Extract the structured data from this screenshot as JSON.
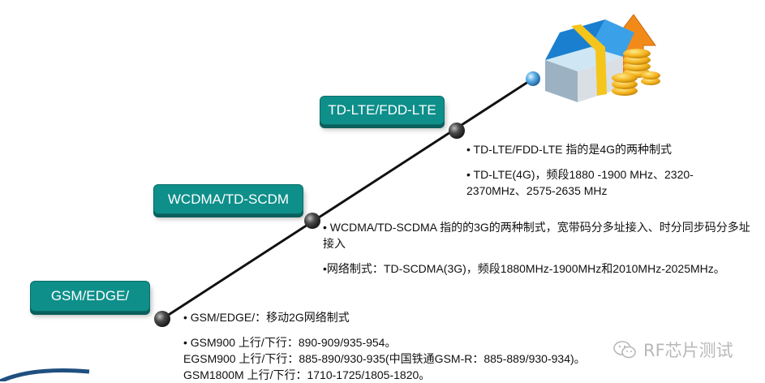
{
  "stages": [
    {
      "label": "GSM/EDGE/",
      "lines": [
        "• GSM/EDGE/：移动2G网络制式",
        "• GSM900 上行/下行：890-909/935-954。",
        "EGSM900 上行/下行：885-890/930-935(中国铁通GSM-R：885-889/930-934)。",
        "GSM1800M 上行/下行：1710-1725/1805-1820。"
      ]
    },
    {
      "label": "WCDMA/TD-SCDM",
      "lines": [
        "• WCDMA/TD-SCDMA 指的的3G的两种制式，宽带码分多址接入、时分同步码分多址接入",
        "•网络制式：TD-SCDMA(3G)，频段1880MHz-1900MHz和2010MHz-2025MHz。"
      ]
    },
    {
      "label": "TD-LTE/FDD-LTE",
      "lines": [
        "• TD-LTE/FDD-LTE 指的是4G的两种制式",
        "• TD-LTE(4G)，频段1880 -1900 MHz、2320-2370MHz、2575-2635 MHz"
      ]
    }
  ],
  "watermark": {
    "text": "RF芯片测试",
    "icon": "wechat-icon"
  },
  "colors": {
    "box": "#0e8f8a",
    "box_text": "#ffffff",
    "line": "#111111",
    "node": "#2b2b2b",
    "end_node": "#5aaee8"
  }
}
